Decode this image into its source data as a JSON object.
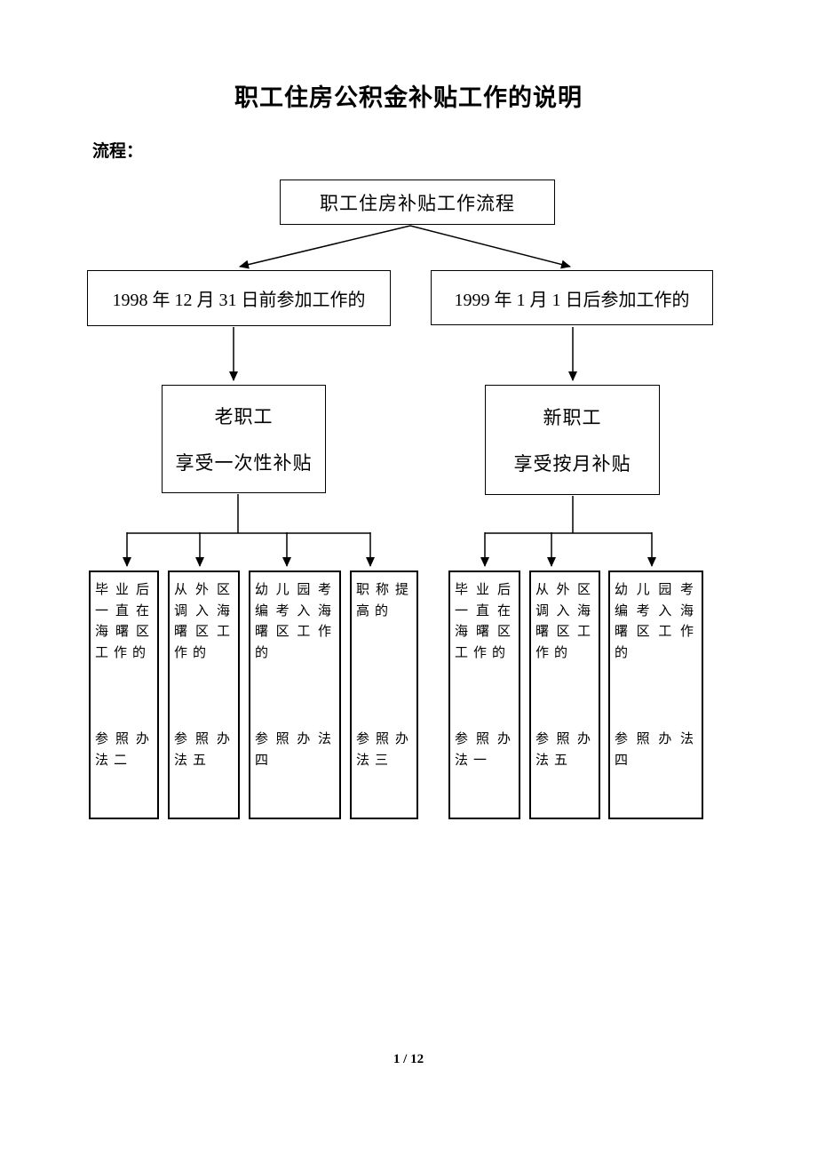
{
  "page": {
    "title": "职工住房公积金补贴工作的说明",
    "section_label": "流程：",
    "footer": "1 / 12"
  },
  "flowchart": {
    "root": "职工住房补贴工作流程",
    "branch_left": "1998 年 12 月 31 日前参加工作的",
    "branch_right": "1999 年 1 月 1 日后参加工作的",
    "category_left": {
      "line1": "老职工",
      "line2": "享受一次性补贴"
    },
    "category_right": {
      "line1": "新职工",
      "line2": "享受按月补贴"
    },
    "left_leaves": [
      {
        "condition": "毕业后一直在海曙区工作的",
        "method": "参照办法二"
      },
      {
        "condition": "从外区调入海曙区工作的",
        "method": "参照办法五"
      },
      {
        "condition": "幼儿园考编考入海曙区工作的",
        "method": "参照办法四"
      },
      {
        "condition": "职称提高的",
        "method": "参照办法三"
      }
    ],
    "right_leaves": [
      {
        "condition": "毕业后一直在海曙区工作的",
        "method": "参照办法一"
      },
      {
        "condition": "从外区调入海曙区工作的",
        "method": "参照办法五"
      },
      {
        "condition": "幼儿园考编考入海曙区工作的",
        "method": "参照办法四"
      }
    ]
  },
  "colors": {
    "page_background": "#ffffff",
    "text": "#000000",
    "line": "#000000"
  }
}
